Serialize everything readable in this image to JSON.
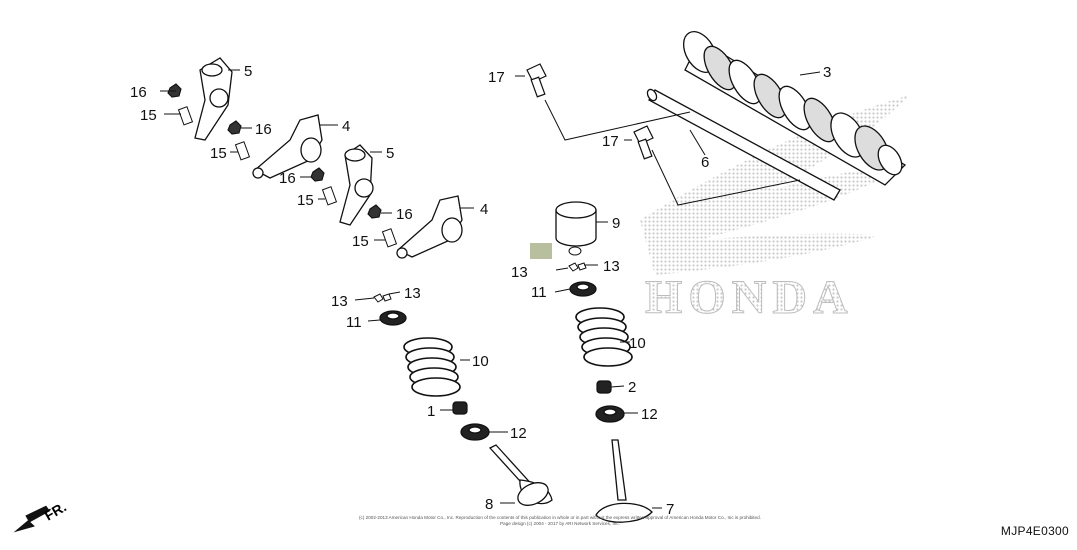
{
  "diagram": {
    "diagram_code": "MJP4E0300",
    "front_indicator": "FR.",
    "brand_watermark": "HONDA",
    "copyright_line1": "(c) 2002-2013 American Honda Motor Co., Inc. Reproduction of the contents of this publication in whole or in part without the express written approval of American Honda Motor Co., Inc is prohibited.",
    "copyright_line2": "Page design (c) 2004 - 2017 by ARI Network Services, Inc."
  },
  "callouts": {
    "n1": "1",
    "n2": "2",
    "n3": "3",
    "n4": "4",
    "n5": "5",
    "n6": "6",
    "n7": "7",
    "n8": "8",
    "n9": "9",
    "n10": "10",
    "n11": "11",
    "n12": "12",
    "n13": "13",
    "n15": "15",
    "n16": "16",
    "n17": "17"
  },
  "colors": {
    "line": "#111111",
    "part_fill": "#ffffff",
    "halftone": "#c8c8c8",
    "highlight_box": "#b7bf9e"
  }
}
